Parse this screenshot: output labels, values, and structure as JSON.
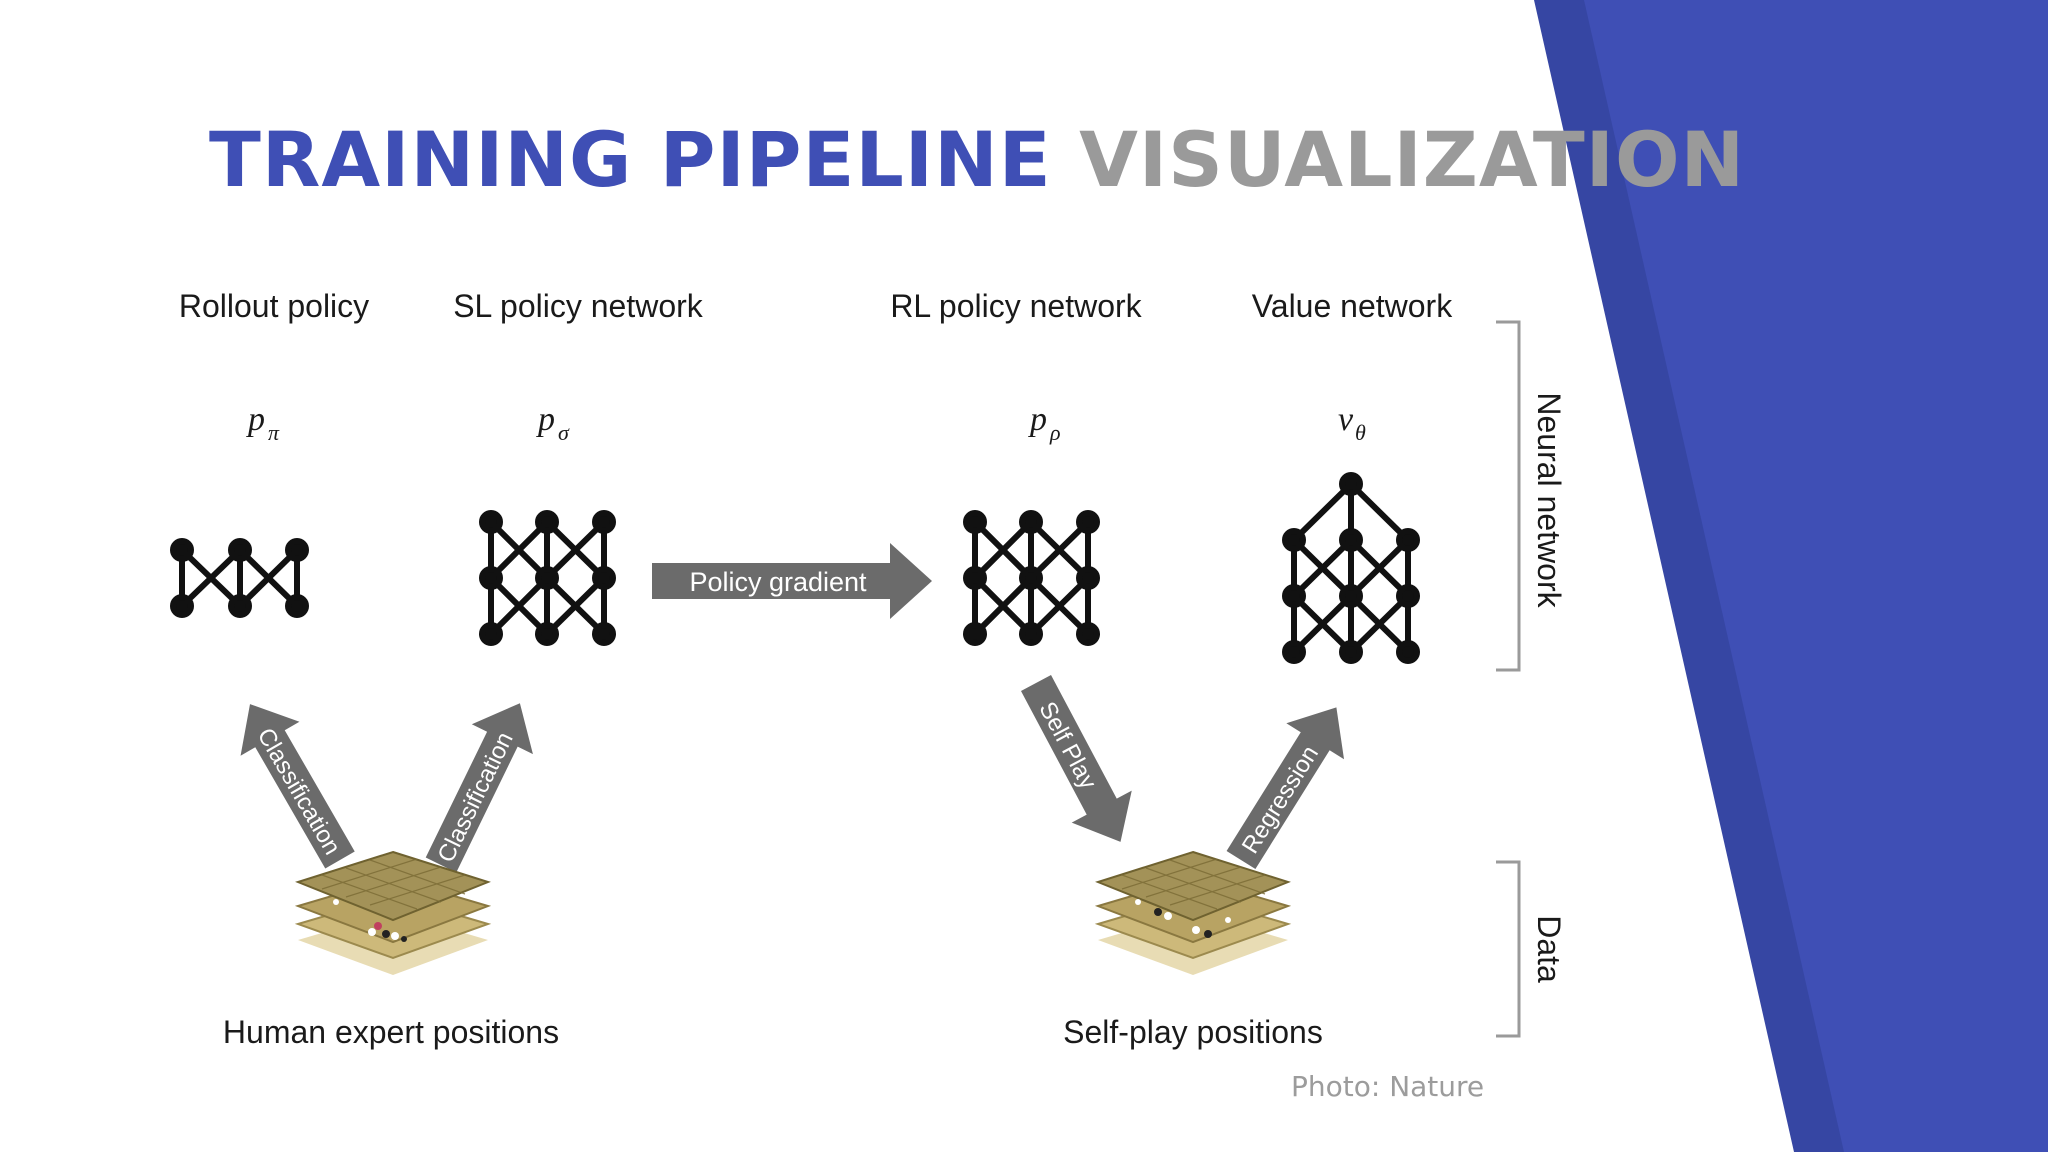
{
  "title": {
    "part1": "TRAINING PIPELINE",
    "part2": "VISUALIZATION"
  },
  "diagram": {
    "columns": [
      {
        "name": "Rollout policy",
        "symbol": "p",
        "subscript": "π"
      },
      {
        "name": "SL policy network",
        "symbol": "p",
        "subscript": "σ"
      },
      {
        "name": "RL policy network",
        "symbol": "p",
        "subscript": "ρ"
      },
      {
        "name": "Value network",
        "symbol": "v",
        "subscript": "θ"
      }
    ],
    "arrows": {
      "policy_gradient": "Policy gradient",
      "classification_left": "Classification",
      "classification_right": "Classification",
      "self_play": "Self Play",
      "regression": "Regression"
    },
    "data_labels": {
      "human": "Human expert positions",
      "selfplay": "Self-play positions"
    },
    "side_labels": {
      "neural": "Neural network",
      "data": "Data"
    }
  },
  "credit": "Photo: Nature",
  "colors": {
    "accent": "#3f4fb5",
    "accent_dark": "#3646a3",
    "grey_text": "#9a9a9a",
    "arrow": "#6b6b6b",
    "board": "#a39258"
  }
}
